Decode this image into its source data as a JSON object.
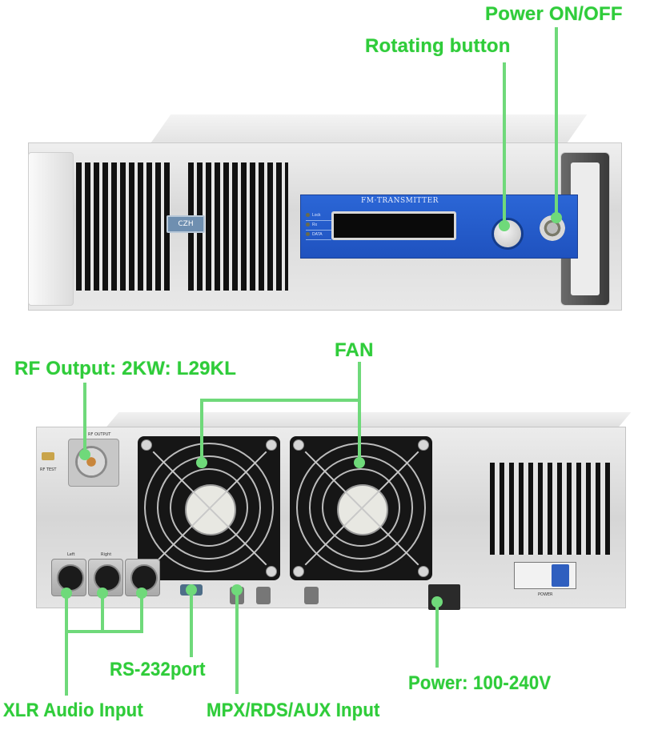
{
  "front_view": {
    "panel_title": "FM·TRANSMITTER",
    "logo_plate": "CZH",
    "indicators": [
      "Lock",
      "Rx",
      "DATA"
    ],
    "callouts": {
      "power_switch": "Power ON/OFF",
      "rotating_knob": "Rotating button"
    }
  },
  "rear_view": {
    "connector_labels": {
      "rf_output_small": "RF OUTPUT",
      "rf_test_small": "RF TEST",
      "left_small": "Left",
      "right_small": "Right",
      "power_small": "POWER"
    },
    "callouts": {
      "rf_output": "RF Output: 2KW: L29KL",
      "fan": "FAN",
      "xlr_audio": "XLR Audio Input",
      "rs232": "RS-232port",
      "mpx_rds_aux": "MPX/RDS/AUX Input",
      "power_input": "Power: 100-240V"
    }
  },
  "colors": {
    "callout_green": "#2fcc3a",
    "callout_line": "#6fd97a",
    "panel_blue": "#2160cc",
    "chassis_silver": "#dcdcdc"
  }
}
